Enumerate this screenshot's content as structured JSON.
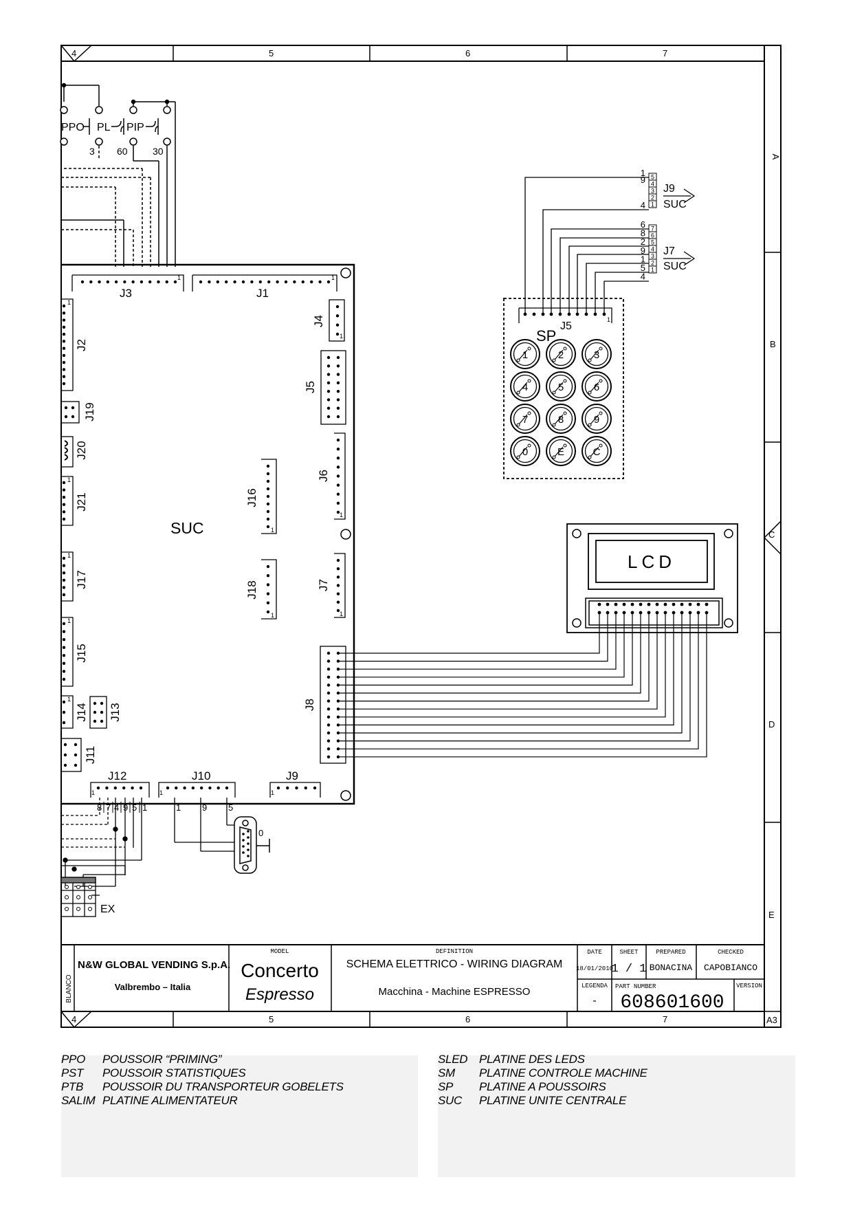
{
  "frame": {
    "top_columns": [
      "4",
      "5",
      "6",
      "7"
    ],
    "bottom_columns": [
      "4",
      "5",
      "6",
      "7"
    ],
    "rows": [
      "A",
      "B",
      "C",
      "D",
      "E"
    ],
    "sheet_size": "A3"
  },
  "board": {
    "name": "SUC",
    "connectors": {
      "J1": "J1",
      "J2": "J2",
      "J3": "J3",
      "J4": "J4",
      "J5": "J5",
      "J6": "J6",
      "J7": "J7",
      "J8": "J8",
      "J9": "J9",
      "J10": "J10",
      "J11": "J11",
      "J12": "J12",
      "J13": "J13",
      "J14": "J14",
      "J15": "J15",
      "J16": "J16",
      "J17": "J17",
      "J18": "J18",
      "J19": "J19",
      "J20": "J20",
      "J21": "J21"
    },
    "pin1": "1"
  },
  "switches": {
    "ppo": "PPO",
    "pl": "PL",
    "pip": "PIP",
    "pin_3": "3",
    "pin_60": "60",
    "pin_30": "30"
  },
  "keypad": {
    "name": "SP",
    "connector": "J5",
    "keys": [
      "1",
      "2",
      "3",
      "4",
      "5",
      "6",
      "7",
      "8",
      "9",
      "0",
      "E",
      "C"
    ]
  },
  "j9_out": {
    "label": "J9",
    "target": "SUC",
    "left_numbers": [
      "1",
      "9",
      "4"
    ],
    "pins": [
      "5",
      "4",
      "3",
      "2",
      "1"
    ]
  },
  "j7_out": {
    "label": "J7",
    "target": "SUC",
    "left_numbers": [
      "6",
      "8",
      "2",
      "9",
      "1",
      "5",
      "4"
    ],
    "pins": [
      "7",
      "6",
      "5",
      "4",
      "3",
      "2",
      "1"
    ]
  },
  "lcd": {
    "label": "LCD"
  },
  "j12_pins": [
    "8",
    "7",
    "4",
    "9",
    "5",
    "1"
  ],
  "j10_pins": [
    "1",
    "9",
    "5"
  ],
  "db9_label": "0",
  "ex_label": "EX",
  "title_block": {
    "company": "N&W GLOBAL VENDING S.p.A.",
    "location": "Valbrembo – Italia",
    "side_text": "BLANCO",
    "model_header": "MODEL",
    "model_line1": "Concerto",
    "model_line2": "Espresso",
    "definition_header": "DEFINITION",
    "definition_line1": "SCHEMA ELETTRICO - WIRING DIAGRAM",
    "definition_line2": "Macchina - Machine ESPRESSO",
    "date_header": "DATE",
    "date": "18/01/2010",
    "sheet_header": "SHEET",
    "sheet": "1 / 1",
    "prepared_header": "PREPARED",
    "prepared": "BONACINA",
    "checked_header": "CHECKED",
    "checked": "CAPOBIANCO",
    "legenda_header": "LEGENDA",
    "legenda": "-",
    "part_header": "PART NUMBER",
    "part_number": "608601600",
    "version_header": "VERSION"
  },
  "legend_left": [
    {
      "abbr": "PPO",
      "desc": "POUSSOIR “PRIMING”"
    },
    {
      "abbr": "PST",
      "desc": "POUSSOIR STATISTIQUES"
    },
    {
      "abbr": "PTB",
      "desc": "POUSSOIR DU TRANSPORTEUR GOBELETS"
    },
    {
      "abbr": "SALIM",
      "desc": "PLATINE ALIMENTATEUR"
    }
  ],
  "legend_right": [
    {
      "abbr": "SLED",
      "desc": "PLATINE DES LEDS"
    },
    {
      "abbr": "SM",
      "desc": "PLATINE CONTROLE MACHINE"
    },
    {
      "abbr": "SP",
      "desc": "PLATINE A POUSSOIRS"
    },
    {
      "abbr": "SUC",
      "desc": "PLATINE UNITE CENTRALE"
    }
  ]
}
